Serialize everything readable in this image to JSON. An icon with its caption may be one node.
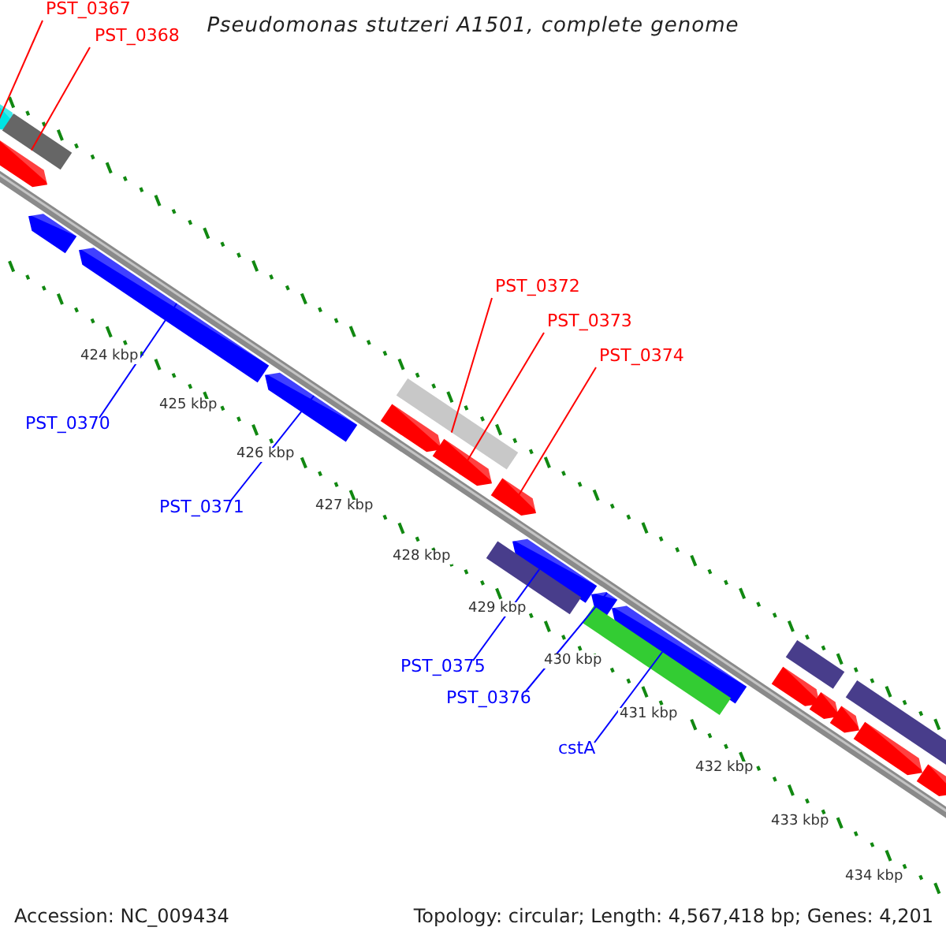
{
  "diagram": {
    "title": "Pseudomonas stutzeri A1501, complete genome",
    "nodes": [
      {
        "text": [
          "PST_0367"
        ]
      },
      {
        "text": [
          "PST_0368"
        ]
      },
      {
        "text": [
          "PST_0370"
        ]
      },
      {
        "text": [
          "PST_0371"
        ]
      },
      {
        "text": [
          "PST_0372"
        ]
      },
      {
        "text": [
          "PST_0373"
        ]
      },
      {
        "text": [
          "PST_0374"
        ]
      },
      {
        "text": [
          "PST_0375"
        ]
      },
      {
        "text": [
          "PST_0376"
        ]
      },
      {
        "text": [
          "cstA"
        ]
      },
      {
        "text": [],
        "shape": "bar"
      },
      {
        "text": [],
        "shape": "bar"
      },
      {
        "text": [],
        "shape": "bar"
      },
      {
        "text": [],
        "shape": "bar"
      },
      {
        "text": [],
        "shape": "bar"
      },
      {
        "text": [],
        "shape": "bar"
      },
      {
        "text": [],
        "shape": "bar"
      },
      {
        "text": [],
        "shape": "bar"
      },
      {
        "text": [],
        "shape": "bar"
      },
      {
        "text": [],
        "shape": "bar"
      },
      {
        "text": [],
        "shape": "bar"
      },
      {
        "text": [],
        "shape": "bar"
      },
      {
        "text": [],
        "shape": "bar"
      },
      {
        "text": [],
        "shape": "bar"
      },
      {
        "text": [],
        "shape": "bar"
      },
      {
        "text": [],
        "shape": "bar"
      },
      {
        "text": [],
        "shape": "bar"
      },
      {
        "text": [],
        "shape": "bar"
      },
      {
        "text": [],
        "shape": "bar"
      },
      {
        "text": [],
        "shape": "bar"
      },
      {
        "text": [],
        "shape": "bar"
      },
      {
        "text": [],
        "shape": "bar"
      }
    ],
    "edges": [
      {
        "from": 0,
        "to": 10,
        "arrow": "none",
        "color": "#ff0000"
      },
      {
        "from": 1,
        "to": 11,
        "arrow": "none",
        "color": "#ff0000"
      },
      {
        "from": 2,
        "to": 25,
        "arrow": "none",
        "color": "#0000ff"
      },
      {
        "from": 3,
        "to": 26,
        "arrow": "none",
        "color": "#0000ff"
      },
      {
        "from": 4,
        "to": 12,
        "arrow": "none",
        "color": "#ff0000"
      },
      {
        "from": 5,
        "to": 17,
        "arrow": "none",
        "color": "#ff0000"
      },
      {
        "from": 6,
        "to": 18,
        "arrow": "none",
        "color": "#ff0000"
      },
      {
        "from": 7,
        "to": 30,
        "arrow": "none",
        "color": "#0000ff"
      },
      {
        "from": 8,
        "to": 28,
        "arrow": "none",
        "color": "#0000ff"
      },
      {
        "from": 9,
        "to": 31,
        "arrow": "none",
        "color": "#0000ff"
      }
    ],
    "labels": [
      "424 kbp",
      "425 kbp",
      "426 kbp",
      "427 kbp",
      "428 kbp",
      "429 kbp",
      "430 kbp",
      "431 kbp",
      "432 kbp",
      "433 kbp",
      "434 kbp",
      "Accession: NC_009434",
      "Topology: circular; Length: 4,567,418 bp; Genes: 4,201"
    ]
  }
}
